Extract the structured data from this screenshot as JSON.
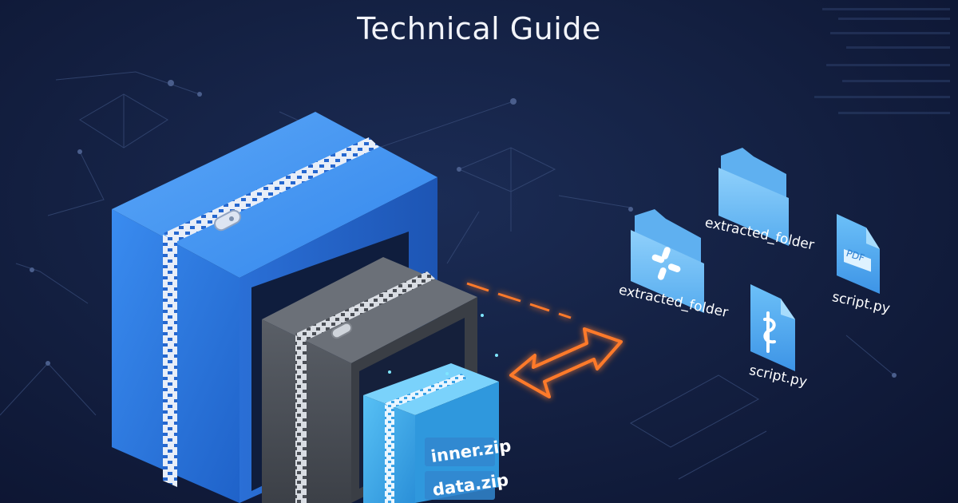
{
  "title": "Technical Guide",
  "archives": {
    "outer": {
      "zipper_color": "#e8eef8",
      "color": "#2f7fe6"
    },
    "middle": {
      "color": "#4d5158"
    },
    "inner": {
      "labels": [
        "inner.zip",
        "data.zip"
      ],
      "color": "#46b2ee"
    }
  },
  "extract_arrow": {
    "color": "#ff7a2a"
  },
  "extracted_items": [
    {
      "icon": "folder-icon",
      "label": "extracted_folder"
    },
    {
      "icon": "folder-icon",
      "label": "extracted_folder"
    },
    {
      "icon": "pdf-file-icon",
      "badge": "PDF",
      "label": "script.py"
    },
    {
      "icon": "python-file-icon",
      "label": "script.py"
    }
  ]
}
